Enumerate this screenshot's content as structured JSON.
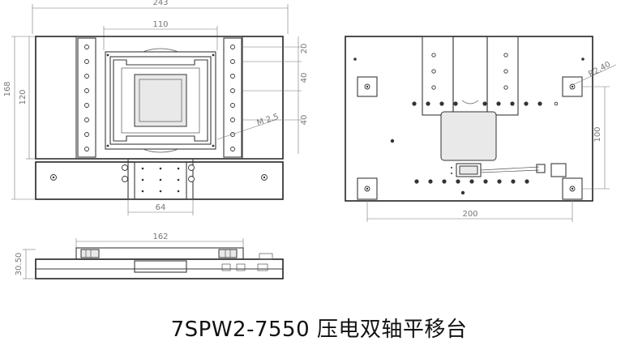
{
  "caption": "7SPW2-7550 压电双轴平移台",
  "dimensions": {
    "width_total": "243",
    "stage_width": "110",
    "height_total": "168",
    "height_inner": "120",
    "pitch_top": "20",
    "pitch_mid": "40",
    "pitch_low": "40",
    "thread": "M 2.5",
    "bottom_span": "64",
    "side_length": "162",
    "side_height": "30.50",
    "back_hole": "R2.40",
    "back_height": "100",
    "back_width": "200"
  }
}
